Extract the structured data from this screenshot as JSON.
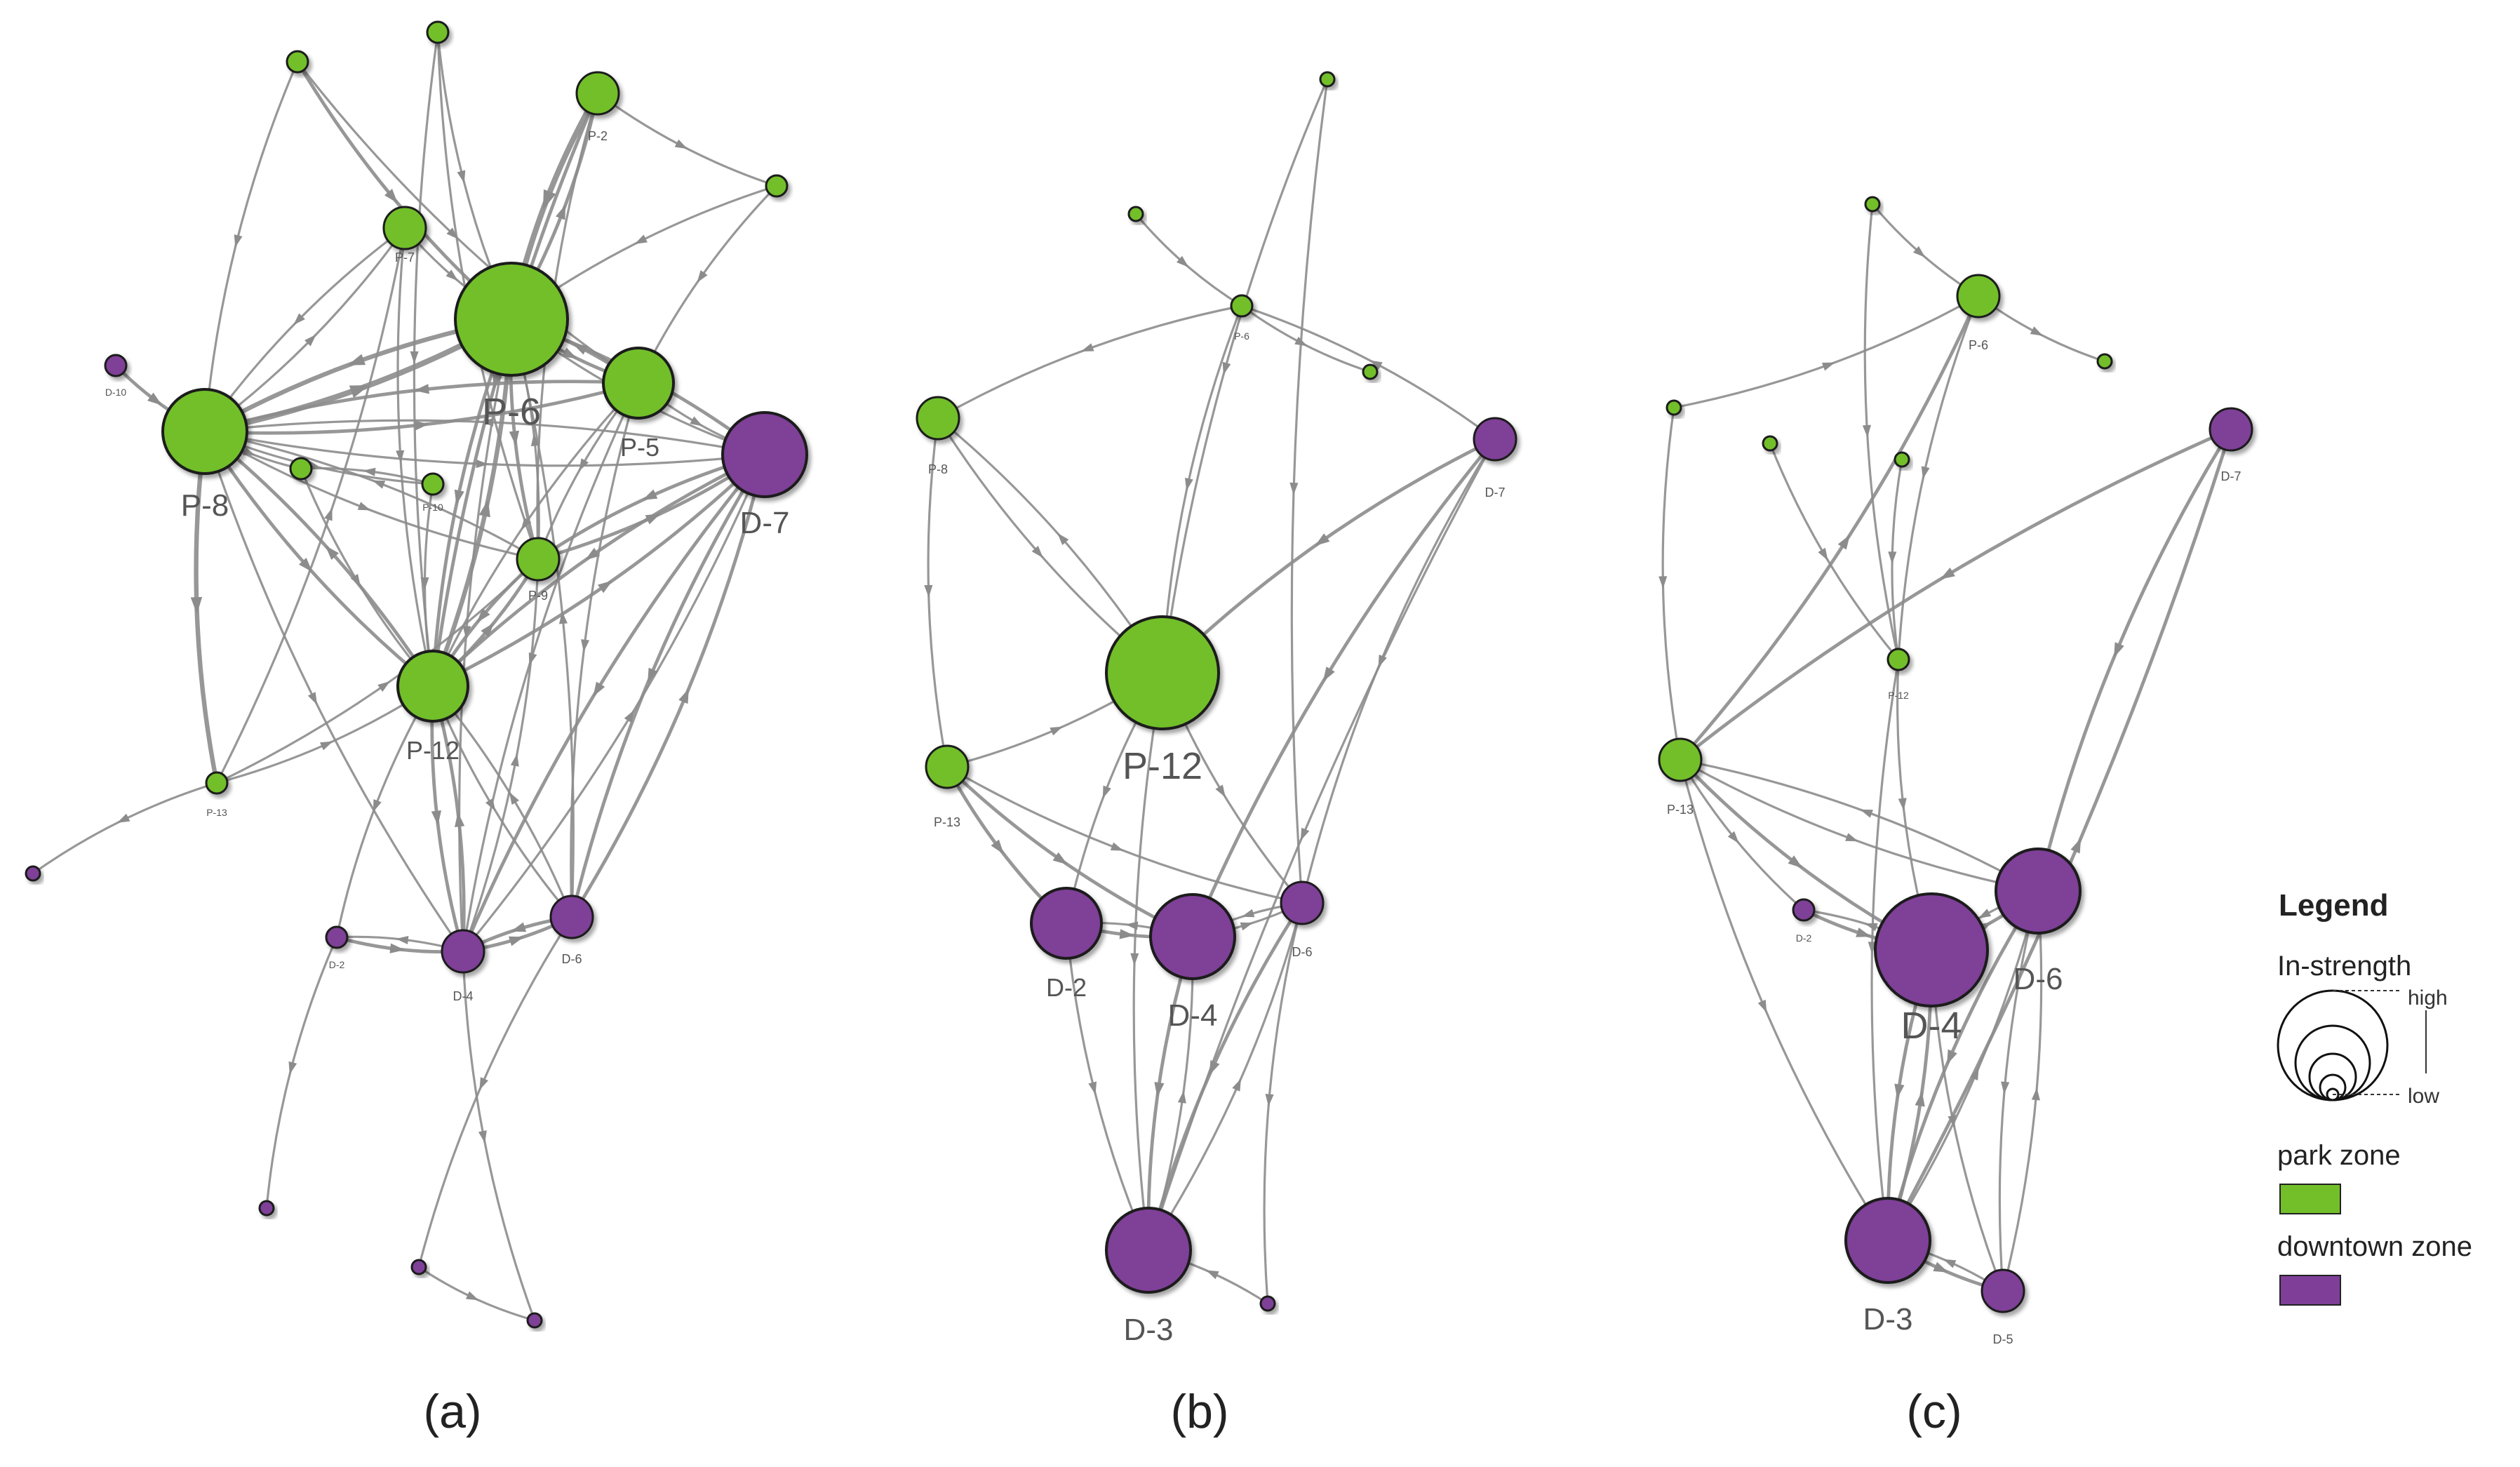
{
  "colors": {
    "park": "#72bf2a",
    "downtown": "#7f3f98",
    "edge": "#8c8c8c",
    "outline": "#1a1a1a"
  },
  "panels": [
    {
      "id": "a",
      "label": "(a)",
      "nodes": [
        {
          "id": "P-6",
          "zone": "park",
          "label": "P-6",
          "size": "xl"
        },
        {
          "id": "P-8",
          "zone": "park",
          "label": "P-8",
          "size": "l"
        },
        {
          "id": "P-5",
          "zone": "park",
          "label": "P-5",
          "size": "m"
        },
        {
          "id": "D-7",
          "zone": "downtown",
          "label": "D-7",
          "size": "l"
        },
        {
          "id": "P-12",
          "zone": "park",
          "label": "P-12",
          "size": "m"
        },
        {
          "id": "P-2",
          "zone": "park",
          "label": "P-2",
          "size": "s"
        },
        {
          "id": "P-7",
          "zone": "park",
          "label": "P-7",
          "size": "s"
        },
        {
          "id": "P-9",
          "zone": "park",
          "label": "P-9",
          "size": "s"
        },
        {
          "id": "P-10",
          "zone": "park",
          "label": "P-10",
          "size": "xs"
        },
        {
          "id": "P-11",
          "zone": "park",
          "label": "",
          "size": "xs"
        },
        {
          "id": "P-13",
          "zone": "park",
          "label": "P-13",
          "size": "xs"
        },
        {
          "id": "P-3",
          "zone": "park",
          "label": "",
          "size": "xs"
        },
        {
          "id": "P-4",
          "zone": "park",
          "label": "",
          "size": "xs"
        },
        {
          "id": "P-1",
          "zone": "park",
          "label": "",
          "size": "xs"
        },
        {
          "id": "D-10",
          "zone": "downtown",
          "label": "D-10",
          "size": "xs"
        },
        {
          "id": "D-4",
          "zone": "downtown",
          "label": "D-4",
          "size": "s"
        },
        {
          "id": "D-6",
          "zone": "downtown",
          "label": "D-6",
          "size": "s"
        },
        {
          "id": "D-2",
          "zone": "downtown",
          "label": "D-2",
          "size": "xs"
        },
        {
          "id": "D-A",
          "zone": "downtown",
          "label": "",
          "size": "xxs"
        },
        {
          "id": "D-B",
          "zone": "downtown",
          "label": "",
          "size": "xxs"
        },
        {
          "id": "D-C",
          "zone": "downtown",
          "label": "",
          "size": "xxs"
        },
        {
          "id": "D-D",
          "zone": "downtown",
          "label": "",
          "size": "xxs"
        }
      ],
      "edges": [
        [
          "P-8",
          "P-6",
          4
        ],
        [
          "P-6",
          "P-8",
          3
        ],
        [
          "P-8",
          "P-5",
          2
        ],
        [
          "P-5",
          "P-8",
          2
        ],
        [
          "P-8",
          "D-7",
          1
        ],
        [
          "D-7",
          "P-8",
          1
        ],
        [
          "P-8",
          "P-12",
          2
        ],
        [
          "P-12",
          "P-8",
          2
        ],
        [
          "P-8",
          "P-13",
          3
        ],
        [
          "P-8",
          "P-9",
          1
        ],
        [
          "P-8",
          "P-10",
          1
        ],
        [
          "P-8",
          "P-11",
          1
        ],
        [
          "P-8",
          "P-7",
          1
        ],
        [
          "D-10",
          "P-8",
          2
        ],
        [
          "P-3",
          "P-8",
          1
        ],
        [
          "P-3",
          "P-6",
          2
        ],
        [
          "P-3",
          "P-5",
          1
        ],
        [
          "P-4",
          "P-6",
          1
        ],
        [
          "P-4",
          "P-12",
          1
        ],
        [
          "P-4",
          "P-9",
          1
        ],
        [
          "P-2",
          "P-6",
          4
        ],
        [
          "P-6",
          "P-2",
          2
        ],
        [
          "P-2",
          "P-9",
          1
        ],
        [
          "P-2",
          "P-1",
          1
        ],
        [
          "P-1",
          "P-5",
          1
        ],
        [
          "P-1",
          "P-6",
          1
        ],
        [
          "P-2",
          "P-12",
          2
        ],
        [
          "P-7",
          "P-6",
          1
        ],
        [
          "P-7",
          "P-12",
          1
        ],
        [
          "P-7",
          "P-8",
          1
        ],
        [
          "P-6",
          "P-5",
          2
        ],
        [
          "P-5",
          "P-6",
          2
        ],
        [
          "P-6",
          "P-9",
          2
        ],
        [
          "P-9",
          "P-6",
          1
        ],
        [
          "P-6",
          "P-12",
          2
        ],
        [
          "P-12",
          "P-6",
          3
        ],
        [
          "P-6",
          "D-7",
          1
        ],
        [
          "D-7",
          "P-6",
          2
        ],
        [
          "P-5",
          "D-7",
          1
        ],
        [
          "P-5",
          "P-12",
          1
        ],
        [
          "P-5",
          "P-9",
          1
        ],
        [
          "P-9",
          "D-7",
          2
        ],
        [
          "D-7",
          "P-9",
          2
        ],
        [
          "P-9",
          "P-12",
          2
        ],
        [
          "P-12",
          "P-9",
          2
        ],
        [
          "P-12",
          "D-7",
          2
        ],
        [
          "D-7",
          "P-12",
          2
        ],
        [
          "P-10",
          "P-11",
          1
        ],
        [
          "P-11",
          "P-12",
          1
        ],
        [
          "P-10",
          "P-12",
          1
        ],
        [
          "P-13",
          "P-12",
          1
        ],
        [
          "P-13",
          "D-A",
          1
        ],
        [
          "P-13",
          "P-7",
          1
        ],
        [
          "P-13",
          "P-9",
          1
        ],
        [
          "P-12",
          "D-4",
          2
        ],
        [
          "D-4",
          "P-12",
          2
        ],
        [
          "P-12",
          "D-6",
          1
        ],
        [
          "D-6",
          "P-12",
          1
        ],
        [
          "P-12",
          "D-2",
          1
        ],
        [
          "D-2",
          "D-4",
          2
        ],
        [
          "D-4",
          "D-2",
          1
        ],
        [
          "D-4",
          "D-6",
          2
        ],
        [
          "D-6",
          "D-4",
          2
        ],
        [
          "D-7",
          "D-4",
          2
        ],
        [
          "D-4",
          "D-7",
          1
        ],
        [
          "D-7",
          "D-6",
          2
        ],
        [
          "D-6",
          "D-7",
          2
        ],
        [
          "P-6",
          "D-4",
          1
        ],
        [
          "P-5",
          "D-4",
          1
        ],
        [
          "P-5",
          "D-6",
          1
        ],
        [
          "P-8",
          "D-4",
          1
        ],
        [
          "D-2",
          "D-B",
          1
        ],
        [
          "D-6",
          "D-C",
          1
        ],
        [
          "D-C",
          "D-D",
          1
        ],
        [
          "D-4",
          "D-D",
          1
        ],
        [
          "D-4",
          "P-9",
          1
        ],
        [
          "D-6",
          "P-6",
          1
        ],
        [
          "P-9",
          "P-8",
          1
        ]
      ]
    },
    {
      "id": "b",
      "label": "(b)",
      "nodes": [
        {
          "id": "P-12",
          "zone": "park",
          "label": "P-12",
          "size": "xl"
        },
        {
          "id": "P-8",
          "zone": "park",
          "label": "P-8",
          "size": "s"
        },
        {
          "id": "P-13",
          "zone": "park",
          "label": "P-13",
          "size": "s"
        },
        {
          "id": "P-6",
          "zone": "park",
          "label": "P-6",
          "size": "xs"
        },
        {
          "id": "P-1",
          "zone": "park",
          "label": "",
          "size": "xxs"
        },
        {
          "id": "P-5",
          "zone": "park",
          "label": "",
          "size": "xxs"
        },
        {
          "id": "P-3",
          "zone": "park",
          "label": "",
          "size": "xxs"
        },
        {
          "id": "D-7",
          "zone": "downtown",
          "label": "D-7",
          "size": "s"
        },
        {
          "id": "D-2",
          "zone": "downtown",
          "label": "D-2",
          "size": "m"
        },
        {
          "id": "D-4",
          "zone": "downtown",
          "label": "D-4",
          "size": "l"
        },
        {
          "id": "D-6",
          "zone": "downtown",
          "label": "D-6",
          "size": "s"
        },
        {
          "id": "D-3",
          "zone": "downtown",
          "label": "D-3",
          "size": "l"
        },
        {
          "id": "D-9",
          "zone": "downtown",
          "label": "",
          "size": "xxs"
        }
      ],
      "edges": [
        [
          "P-3",
          "P-6",
          1
        ],
        [
          "P-1",
          "P-12",
          1
        ],
        [
          "P-6",
          "P-12",
          1
        ],
        [
          "P-6",
          "P-5",
          1
        ],
        [
          "D-7",
          "P-6",
          1
        ],
        [
          "P-6",
          "P-8",
          1
        ],
        [
          "P-8",
          "P-12",
          1
        ],
        [
          "P-12",
          "P-8",
          1
        ],
        [
          "P-8",
          "P-13",
          1
        ],
        [
          "P-13",
          "P-12",
          1
        ],
        [
          "D-7",
          "P-12",
          2
        ],
        [
          "P-13",
          "D-2",
          2
        ],
        [
          "P-13",
          "D-4",
          2
        ],
        [
          "P-13",
          "D-6",
          1
        ],
        [
          "P-12",
          "D-2",
          1
        ],
        [
          "P-12",
          "D-6",
          1
        ],
        [
          "P-12",
          "D-3",
          1
        ],
        [
          "D-2",
          "D-4",
          2
        ],
        [
          "D-4",
          "D-2",
          1
        ],
        [
          "D-4",
          "D-6",
          1
        ],
        [
          "D-6",
          "D-4",
          1
        ],
        [
          "D-7",
          "D-4",
          2
        ],
        [
          "D-7",
          "D-6",
          1
        ],
        [
          "D-7",
          "D-3",
          1
        ],
        [
          "D-6",
          "D-3",
          2
        ],
        [
          "D-3",
          "D-6",
          1
        ],
        [
          "D-4",
          "D-3",
          2
        ],
        [
          "D-3",
          "D-4",
          1
        ],
        [
          "D-2",
          "D-3",
          1
        ],
        [
          "D-9",
          "D-3",
          1
        ],
        [
          "D-6",
          "D-9",
          1
        ],
        [
          "P-1",
          "D-6",
          1
        ]
      ]
    },
    {
      "id": "c",
      "label": "(c)",
      "nodes": [
        {
          "id": "P-6",
          "zone": "park",
          "label": "P-6",
          "size": "s"
        },
        {
          "id": "P-13",
          "zone": "park",
          "label": "P-13",
          "size": "s"
        },
        {
          "id": "P-12",
          "zone": "park",
          "label": "P-12",
          "size": "xs"
        },
        {
          "id": "P-3",
          "zone": "park",
          "label": "",
          "size": "xxs"
        },
        {
          "id": "P-7",
          "zone": "park",
          "label": "",
          "size": "xxs"
        },
        {
          "id": "P-8",
          "zone": "park",
          "label": "",
          "size": "xxs"
        },
        {
          "id": "P-11",
          "zone": "park",
          "label": "",
          "size": "xxs"
        },
        {
          "id": "P-10",
          "zone": "park",
          "label": "",
          "size": "xxs"
        },
        {
          "id": "D-7",
          "zone": "downtown",
          "label": "D-7",
          "size": "s"
        },
        {
          "id": "D-2",
          "zone": "downtown",
          "label": "D-2",
          "size": "xs"
        },
        {
          "id": "D-4",
          "zone": "downtown",
          "label": "D-4",
          "size": "xl"
        },
        {
          "id": "D-6",
          "zone": "downtown",
          "label": "D-6",
          "size": "l"
        },
        {
          "id": "D-3",
          "zone": "downtown",
          "label": "D-3",
          "size": "l"
        },
        {
          "id": "D-5",
          "zone": "downtown",
          "label": "D-5",
          "size": "s"
        }
      ],
      "edges": [
        [
          "P-3",
          "P-6",
          1
        ],
        [
          "P-6",
          "P-7",
          1
        ],
        [
          "P-8",
          "P-6",
          1
        ],
        [
          "P-8",
          "P-13",
          1
        ],
        [
          "P-3",
          "P-12",
          1
        ],
        [
          "P-11",
          "P-12",
          1
        ],
        [
          "P-10",
          "P-12",
          1
        ],
        [
          "P-6",
          "P-12",
          1
        ],
        [
          "P-13",
          "P-6",
          2
        ],
        [
          "D-7",
          "P-13",
          2
        ],
        [
          "P-13",
          "D-4",
          2
        ],
        [
          "P-13",
          "D-6",
          1
        ],
        [
          "P-13",
          "D-2",
          1
        ],
        [
          "P-13",
          "D-3",
          1
        ],
        [
          "P-12",
          "D-4",
          1
        ],
        [
          "P-12",
          "D-3",
          1
        ],
        [
          "D-2",
          "D-4",
          2
        ],
        [
          "D-4",
          "D-2",
          1
        ],
        [
          "D-4",
          "D-6",
          2
        ],
        [
          "D-6",
          "D-4",
          1
        ],
        [
          "D-6",
          "P-13",
          1
        ],
        [
          "D-3",
          "D-7",
          2
        ],
        [
          "D-7",
          "D-6",
          2
        ],
        [
          "D-4",
          "D-3",
          2
        ],
        [
          "D-3",
          "D-4",
          2
        ],
        [
          "D-6",
          "D-3",
          2
        ],
        [
          "D-3",
          "D-6",
          1
        ],
        [
          "D-5",
          "D-6",
          1
        ],
        [
          "D-4",
          "D-5",
          1
        ],
        [
          "D-3",
          "D-5",
          2
        ],
        [
          "D-5",
          "D-3",
          1
        ],
        [
          "D-6",
          "D-5",
          1
        ]
      ]
    }
  ],
  "legend": {
    "title": "Legend",
    "size_title": "In-strength",
    "high": "high",
    "low": "low",
    "park_label": "park zone",
    "downtown_label": "downtown zone"
  }
}
